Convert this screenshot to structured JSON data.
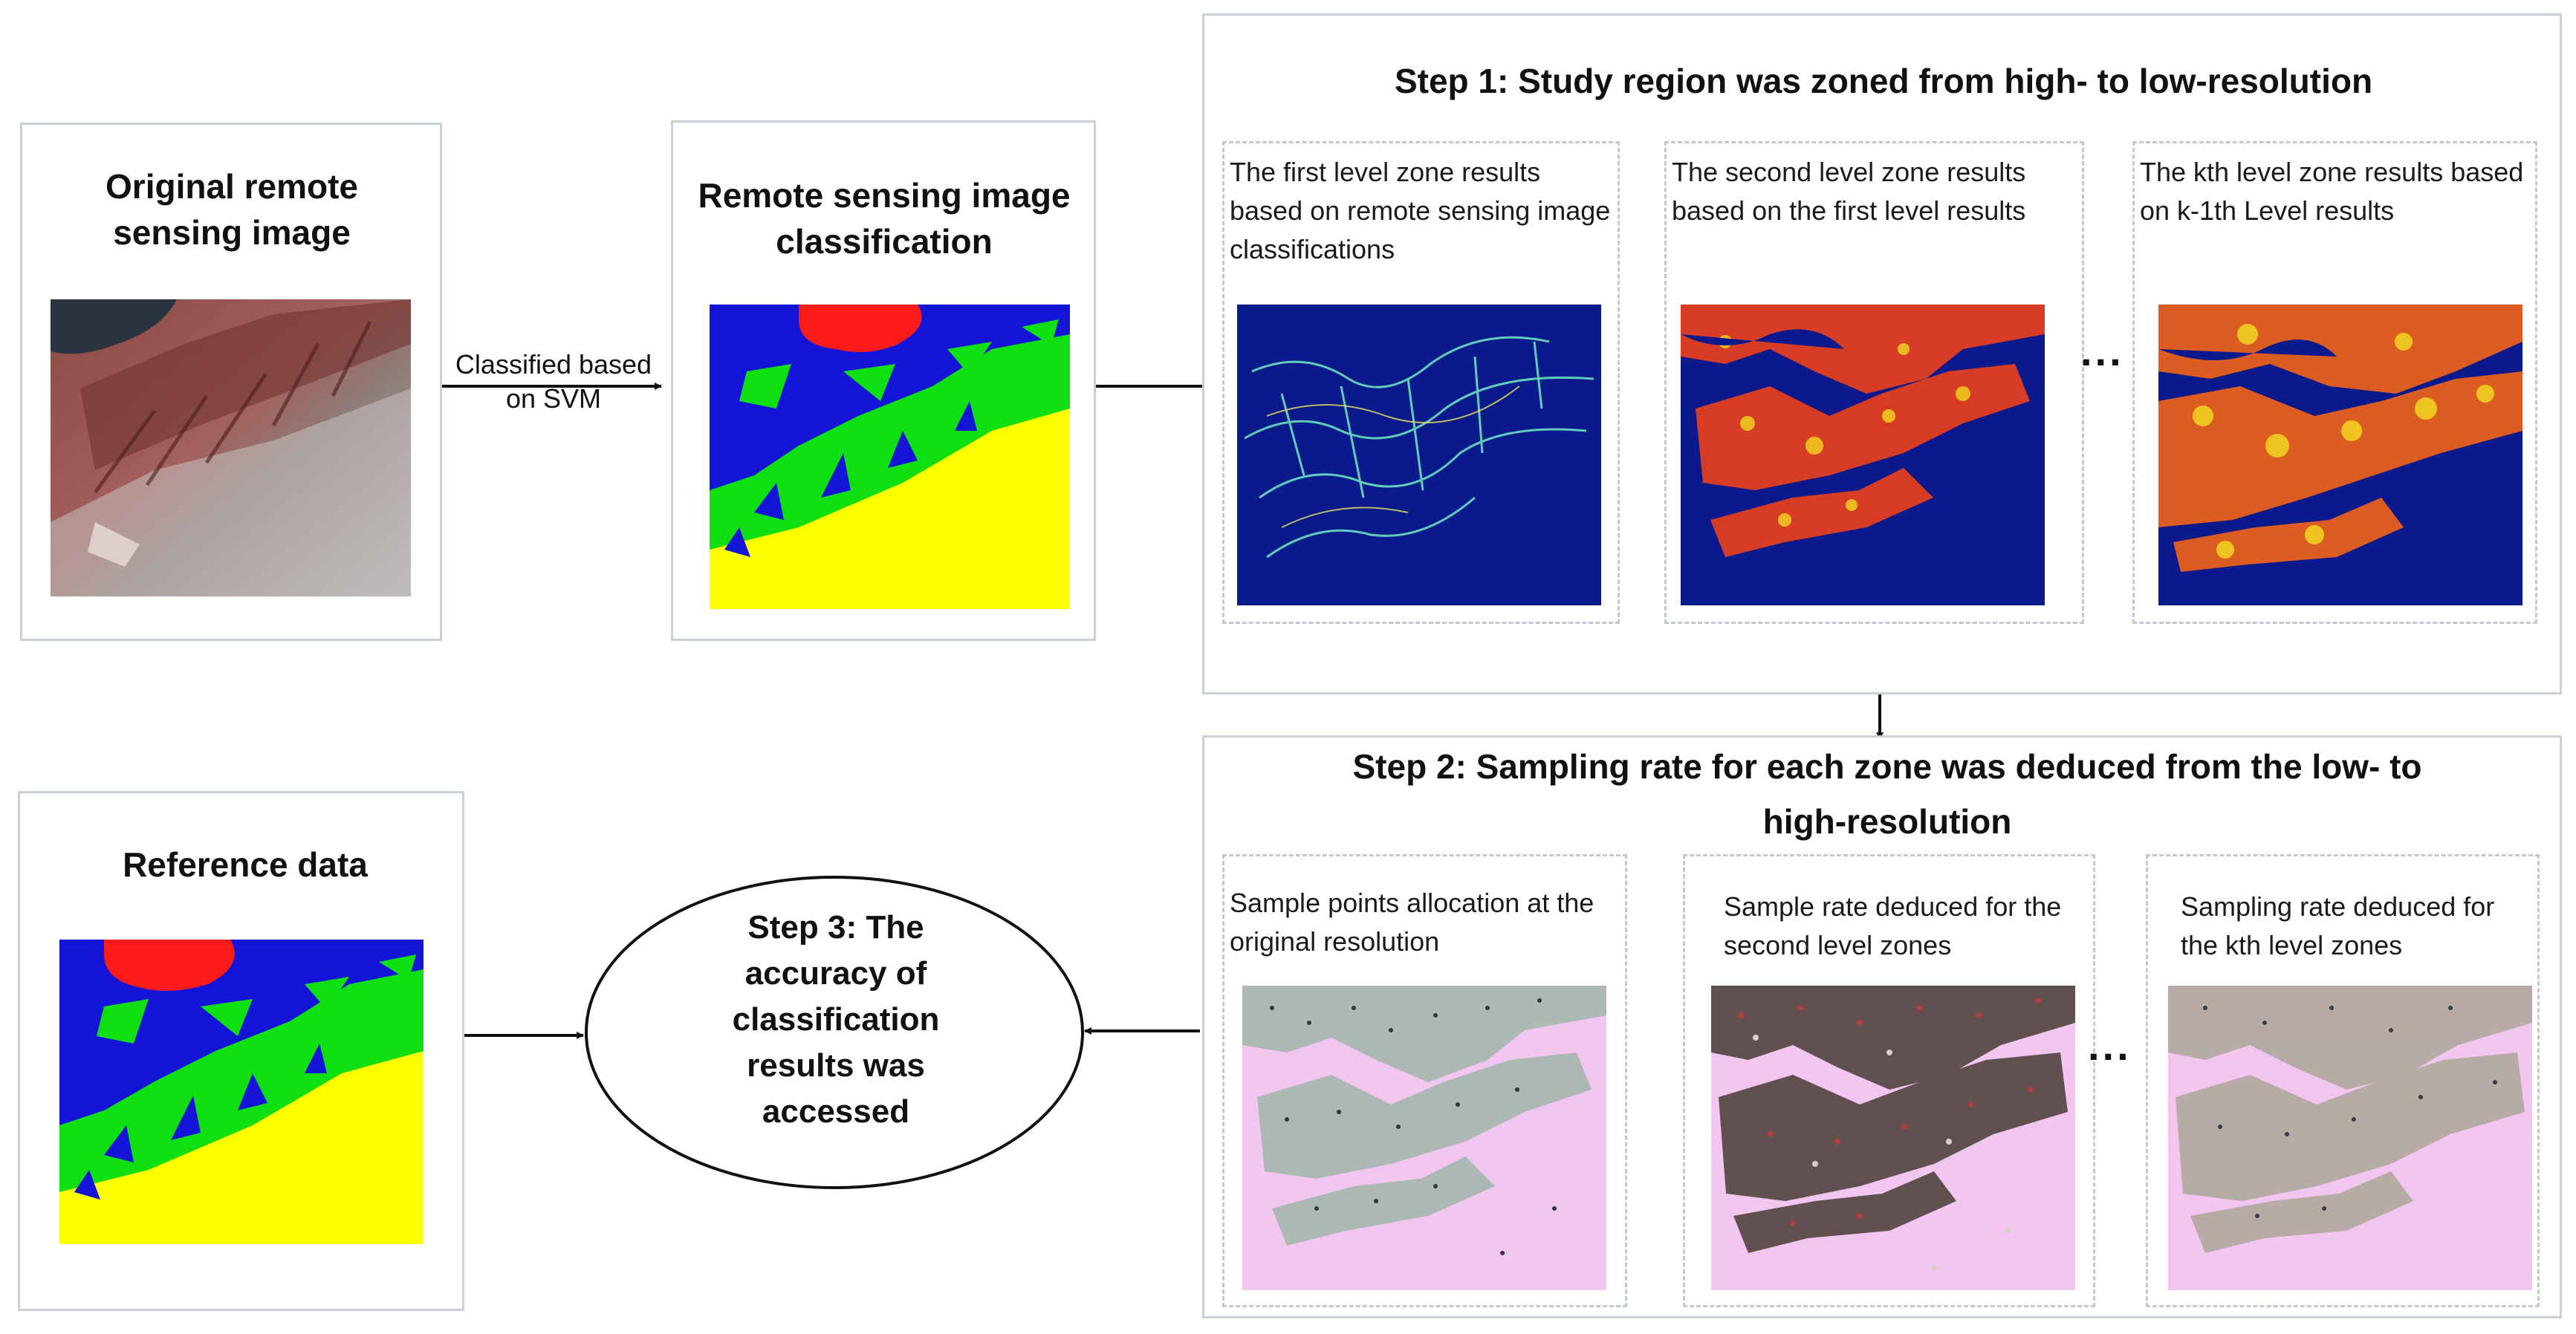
{
  "original": {
    "title": "Original remote sensing image"
  },
  "arrow1": {
    "label": "Classified based on SVM"
  },
  "classification": {
    "title": "Remote sensing image classification"
  },
  "step1": {
    "title": "Step 1: Study region was zoned from high- to low-resolution",
    "panels": [
      {
        "caption": "The first level zone results based on remote sensing image classifications"
      },
      {
        "caption": "The second level zone results based on the first level results"
      },
      {
        "caption": "The kth level zone results based on k-1th Level results"
      }
    ],
    "ellipsis": "..."
  },
  "step2": {
    "title": "Step 2: Sampling rate for each zone was deduced from the low- to high-resolution",
    "panels": [
      {
        "caption": "Sample points allocation at the original resolution"
      },
      {
        "caption": "Sample rate deduced for the second level zones"
      },
      {
        "caption": "Sampling rate deduced for the kth level zones"
      }
    ],
    "ellipsis": "..."
  },
  "step3": {
    "text": "Step 3: The accuracy of classification results was accessed"
  },
  "reference": {
    "title": "Reference data"
  },
  "colors": {
    "water": "#1414d8",
    "vegetation": "#10e010",
    "urban": "#ffff00",
    "lake": "#ff1a1a",
    "zone_bg": "#0a1a8c",
    "sample_bg": "#f2c6f0"
  }
}
